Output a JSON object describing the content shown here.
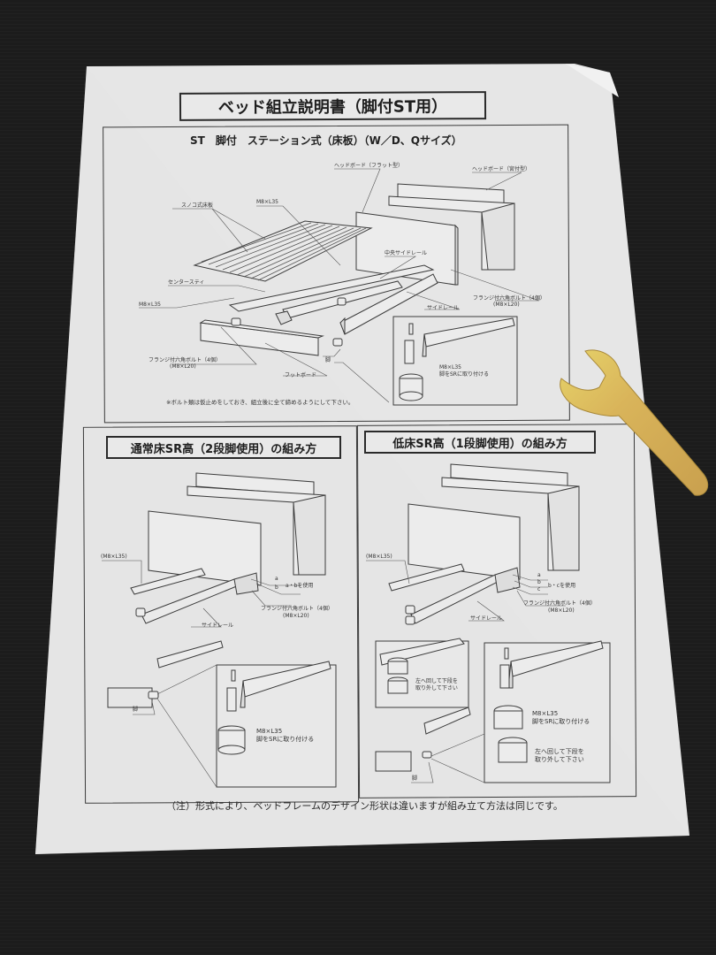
{
  "document": {
    "title": "ベッド組立説明書（脚付ST用）",
    "main_section": {
      "heading": "ST　脚付　ステーション式（床板）（W／D、Qサイズ）",
      "labels": {
        "headboard_flat": "ヘッドボード（フラット型）",
        "headboard_shelf": "ヘッドボード（宮付型）",
        "slatted_base": "スノコ式床板",
        "bolt_top": "M8×L35",
        "center_side_rail": "中央サイドレール",
        "center_stay": "センタースティ",
        "bolt_left": "M8×L35",
        "flange_bolt_right": "フランジ付六角ボルト（4個）",
        "flange_bolt_right_size": "(M8×L20)",
        "side_rail": "サイドレール",
        "flange_bolt_left": "フランジ付六角ボルト（4個）",
        "flange_bolt_left_size": "(M8×L20)",
        "leg": "脚",
        "footboard": "フットボード",
        "detail_bolt": "M8×L35",
        "detail_text": "脚をSRに取り付ける"
      },
      "footnote": "※ボルト類は仮止めをしておき、組立後に全て締めるようにして下さい。"
    },
    "panel_left": {
      "heading": "通常床SR高（2段脚使用）の組み方",
      "labels": {
        "bolt": "(M8×L35)",
        "a": "a",
        "b": "b",
        "ab_use": "a・bを使用",
        "flange_bolt": "フランジ付六角ボルト（4個）",
        "flange_bolt_size": "(M8×L20)",
        "side_rail": "サイドレール",
        "leg": "脚",
        "detail_bolt": "M8×L35",
        "detail_text": "脚をSRに取り付ける"
      }
    },
    "panel_right": {
      "heading": "低床SR高（1段脚使用）の組み方",
      "labels": {
        "bolt": "(M8×L35)",
        "a": "a",
        "b": "b",
        "c": "c",
        "bc_use": "b・cを使用",
        "flange_bolt": "フランジ付六角ボルト（4個）",
        "flange_bolt_size": "(M8×L20)",
        "side_rail": "サイドレール",
        "inset_text_1": "左へ回して下段を",
        "inset_text_2": "取り外して下さい",
        "leg": "脚",
        "detail_bolt": "M8×L35",
        "detail_text": "脚をSRに取り付ける",
        "detail_text_2": "左へ回して下段を",
        "detail_text_3": "取り外して下さい"
      }
    },
    "bottom_note": "（注）形式により、ベッドフレームのデザイン形状は違いますが組み立て方法は同じです。"
  },
  "scene": {
    "background_color": "#1c1c1c",
    "paper_color": "#e8e8e8",
    "wrench_color": "#d9b45a",
    "wrench_label": "spanner-wrench"
  }
}
